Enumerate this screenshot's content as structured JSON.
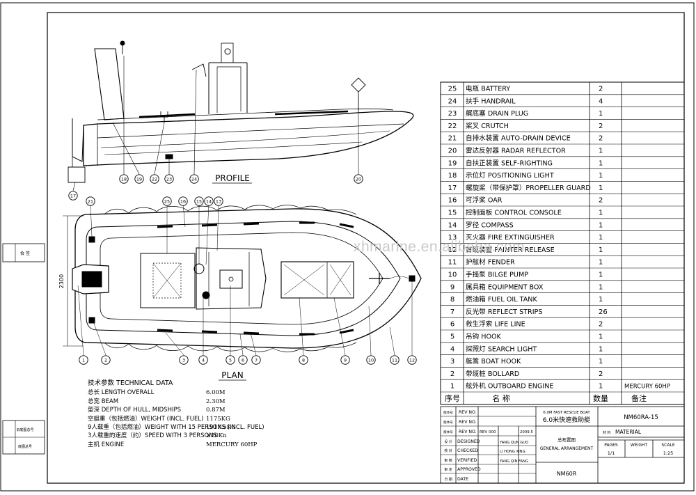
{
  "labels": {
    "profile": "PROFILE",
    "plan": "PLAN",
    "beam_dim": "2300",
    "watermark": "xhmarine.en.alibaba.com"
  },
  "parts": [
    {
      "no": "25",
      "name": "电瓶  BATTERY",
      "qty": "2",
      "note": ""
    },
    {
      "no": "24",
      "name": "扶手  HANDRAIL",
      "qty": "4",
      "note": ""
    },
    {
      "no": "23",
      "name": "艉底塞 DRAIN PLUG",
      "qty": "1",
      "note": ""
    },
    {
      "no": "22",
      "name": "桨叉  CRUTCH",
      "qty": "2",
      "note": ""
    },
    {
      "no": "21",
      "name": "自排水装置 AUTO-DRAIN DEVICE",
      "qty": "2",
      "note": ""
    },
    {
      "no": "20",
      "name": "雷达反射器 RADAR REFLECTOR",
      "qty": "1",
      "note": ""
    },
    {
      "no": "19",
      "name": "自扶正装置 SELF-RIGHTING",
      "qty": "1",
      "note": ""
    },
    {
      "no": "18",
      "name": "示位灯 POSITIONING LIGHT",
      "qty": "1",
      "note": ""
    },
    {
      "no": "17",
      "name": "螺旋桨（带保护罩）PROPELLER GUARD",
      "qty": "1",
      "note": ""
    },
    {
      "no": "16",
      "name": "可浮桨  OAR",
      "qty": "2",
      "note": ""
    },
    {
      "no": "15",
      "name": "控制面板 CONTROL CONSOLE",
      "qty": "1",
      "note": ""
    },
    {
      "no": "14",
      "name": "罗径   COMPASS",
      "qty": "1",
      "note": ""
    },
    {
      "no": "13",
      "name": "灭火器 FIRE EXTINGUISHER",
      "qty": "1",
      "note": ""
    },
    {
      "no": "12",
      "name": "首缆装置 PAINTER RELEASE",
      "qty": "1",
      "note": ""
    },
    {
      "no": "11",
      "name": "护舷材 FENDER",
      "qty": "1",
      "note": ""
    },
    {
      "no": "10",
      "name": "手摇泵  BILGE PUMP",
      "qty": "1",
      "note": ""
    },
    {
      "no": "9",
      "name": "属具箱  EQUIPMENT BOX",
      "qty": "1",
      "note": ""
    },
    {
      "no": "8",
      "name": "燃油箱  FUEL OIL TANK",
      "qty": "1",
      "note": ""
    },
    {
      "no": "7",
      "name": "反光带  REFLECT STRIPS",
      "qty": "26",
      "note": ""
    },
    {
      "no": "6",
      "name": "救生浮索 LIFE LINE",
      "qty": "2",
      "note": ""
    },
    {
      "no": "5",
      "name": "吊钩 HOOK",
      "qty": "1",
      "note": ""
    },
    {
      "no": "4",
      "name": "探照灯 SEARCH LIGHT",
      "qty": "1",
      "note": ""
    },
    {
      "no": "3",
      "name": "艇篙   BOAT HOOK",
      "qty": "1",
      "note": ""
    },
    {
      "no": "2",
      "name": "带缆桩 BOLLARD",
      "qty": "2",
      "note": ""
    },
    {
      "no": "1",
      "name": "舷外机  OUTBOARD ENGINE",
      "qty": "1",
      "note": "MERCURY 60HP"
    }
  ],
  "parts_header": {
    "no": "序号",
    "name": "名   称",
    "qty": "数量",
    "note": "备注"
  },
  "tech": {
    "heading": "技术参数 TECHNICAL DATA",
    "rows": [
      {
        "k": "总长 LENGTH OVERALL",
        "v": "6.00M"
      },
      {
        "k": "总宽 BEAM",
        "v": "2.30M"
      },
      {
        "k": "型深 DEPTH OF HULL, MIDSHIPS",
        "v": "0.87M"
      },
      {
        "k": "空艇重（包括燃油）WEIGHT (INCL. FUEL)",
        "v": "1175KG"
      },
      {
        "k": "9人载重（包括燃油）WEIGHT WITH 15 PERSONS (INCL. FUEL)",
        "v": "1917.5KG"
      },
      {
        "k": "3人载重的速度（约）SPEED WITH 3 PERSONS",
        "v": "≥20Kn"
      },
      {
        "k": "主机 ENGINE",
        "v": "MERCURY 60HP"
      }
    ]
  },
  "title_block": {
    "rev_label": "REV NO.",
    "rev_value": "REV 000",
    "rev_date": "2009.5",
    "designed": "DESIGNED",
    "checked": "CHECKED",
    "verified": "VERIFIED",
    "approved": "APPROVED",
    "date": "DATE",
    "designer": "YANG QUN GUO",
    "checker": "LI HONG XING",
    "verifier": "YANG QIN FANG",
    "row_cn1": "版本号",
    "row_cn2": "版本号",
    "row_cn3": "版本号",
    "row_cn4": "设 计",
    "row_cn5": "校 对",
    "row_cn6": "审 核",
    "row_cn7": "审 定",
    "row_cn8": "日 期",
    "boat_en": "6.0M FAST RESCUE BOAT",
    "boat_cn": "6.0米快速救助艇",
    "drawing_cn": "总布置图",
    "drawing_en": "GENERAL ARRANGEMENT",
    "drawing_no": "NM60RA-15",
    "material_cn": "材 料",
    "material": "MATERIAL",
    "pages_label": "PAGES",
    "weight_label": "WEIGHT",
    "scale_label": "SCALE",
    "pages": "1/1",
    "scale": "1:25",
    "model": "NM60R"
  },
  "side_block": {
    "a": "会   签",
    "b": "旧底图总号",
    "c": "底图总号"
  },
  "callouts_profile": [
    "17",
    "18",
    "19",
    "22",
    "23",
    "24",
    "20"
  ],
  "callouts_plan_top": [
    "21",
    "25",
    "16",
    "15",
    "14",
    "13"
  ],
  "callouts_plan_bottom": [
    "1",
    "2",
    "3",
    "4",
    "5",
    "6",
    "7",
    "8",
    "9",
    "10",
    "11",
    "12"
  ]
}
